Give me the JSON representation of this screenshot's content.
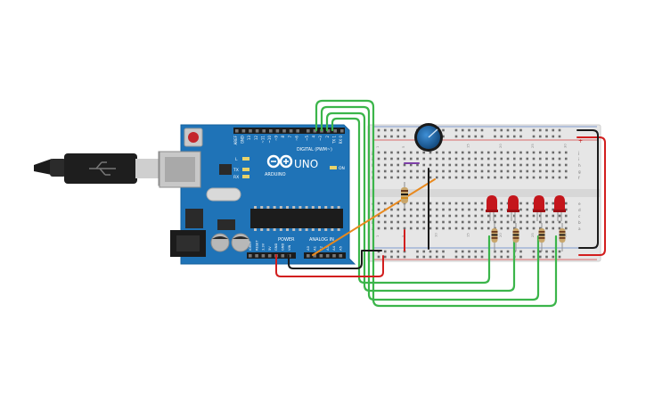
{
  "board": {
    "brand": "UNO",
    "logo_text": "ARDUINO",
    "digital_header": "DIGITAL (PWM~)",
    "power_label": "POWER",
    "analog_label": "ANALOG IN",
    "on_label": "ON",
    "l_label": "L",
    "tx_label": "TX",
    "rx_label": "RX",
    "digital_pins": [
      "AREF",
      "GND",
      "13",
      "12",
      "~11",
      "~10",
      "~9",
      "8",
      "7",
      "~6",
      "~5",
      "4",
      "~3",
      "2",
      "TX 1",
      "RX 0"
    ],
    "power_pins": [
      "IOREF",
      "RESET",
      "3.3V",
      "5V",
      "GND",
      "GND",
      "VIN"
    ],
    "analog_pins": [
      "A0",
      "A1",
      "A2",
      "A3",
      "A4",
      "A5"
    ]
  },
  "breadboard": {
    "row_letters_top": [
      "j",
      "i",
      "h",
      "g",
      "f"
    ],
    "row_letters_bottom": [
      "e",
      "d",
      "c",
      "b",
      "a"
    ],
    "col_numbers": [
      "1",
      "5",
      "10",
      "15",
      "20",
      "25",
      "30"
    ],
    "rail_signs": [
      "-",
      "+"
    ]
  },
  "components": {
    "leds": 4,
    "resistors": 5,
    "potentiometer": 1
  },
  "colors": {
    "board": "#1f73b7",
    "wire_green": "#3bb54a",
    "wire_red": "#d21e1e",
    "wire_black": "#1a1a1a",
    "wire_orange": "#e8891e",
    "led": "#c4161c",
    "pot": "#1f6fb2"
  }
}
